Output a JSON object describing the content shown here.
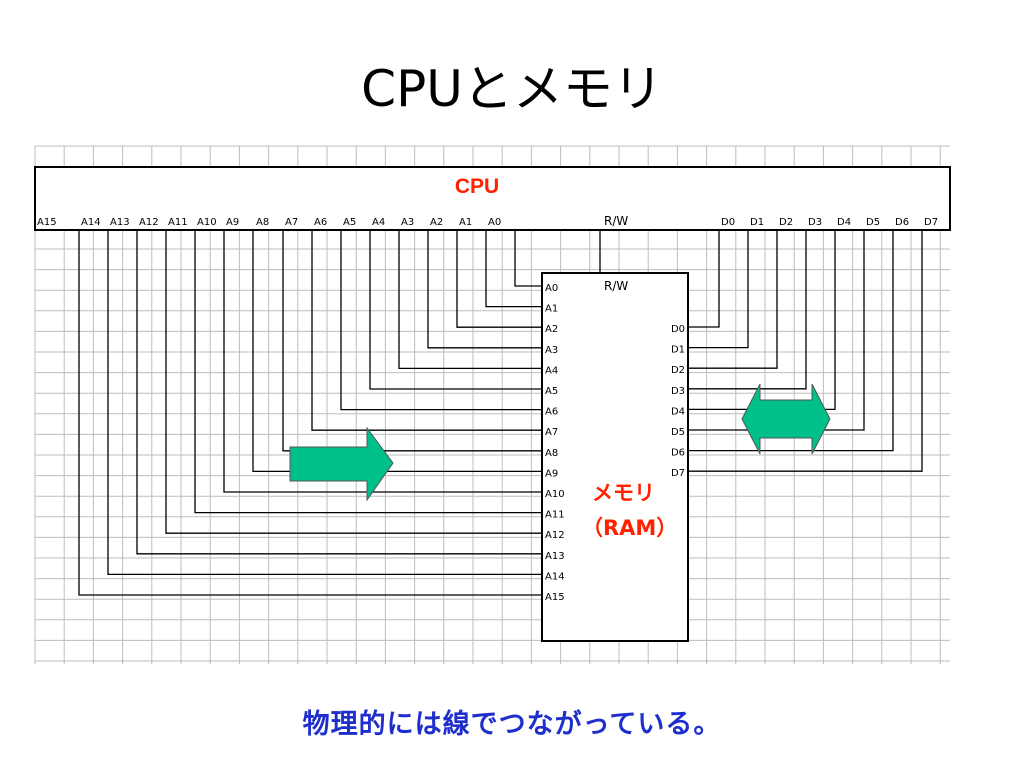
{
  "title": "CPUとメモリ",
  "caption": "物理的には線でつながっている。",
  "cpu": {
    "label": "CPU",
    "rw_label": "R/W",
    "address_pins": [
      "A15",
      "A14",
      "A13",
      "A12",
      "A11",
      "A10",
      "A9",
      "A8",
      "A7",
      "A6",
      "A5",
      "A4",
      "A3",
      "A2",
      "A1",
      "A0"
    ],
    "data_pins": [
      "D0",
      "D1",
      "D2",
      "D3",
      "D4",
      "D5",
      "D6",
      "D7"
    ]
  },
  "memory": {
    "label_line1": "メモリ",
    "label_line2": "（RAM）",
    "rw_label": "R/W",
    "address_pins": [
      "A0",
      "A1",
      "A2",
      "A3",
      "A4",
      "A5",
      "A6",
      "A7",
      "A8",
      "A9",
      "A10",
      "A11",
      "A12",
      "A13",
      "A14",
      "A15"
    ],
    "data_pins": [
      "D0",
      "D1",
      "D2",
      "D3",
      "D4",
      "D5",
      "D6",
      "D7"
    ]
  },
  "colors": {
    "accent_red": "#ff2200",
    "caption_blue": "#1f2fcc",
    "arrow_fill": "#00c08a",
    "grid": "#bdbdbd"
  },
  "icons": [
    "right-arrow-icon",
    "double-arrow-icon"
  ]
}
